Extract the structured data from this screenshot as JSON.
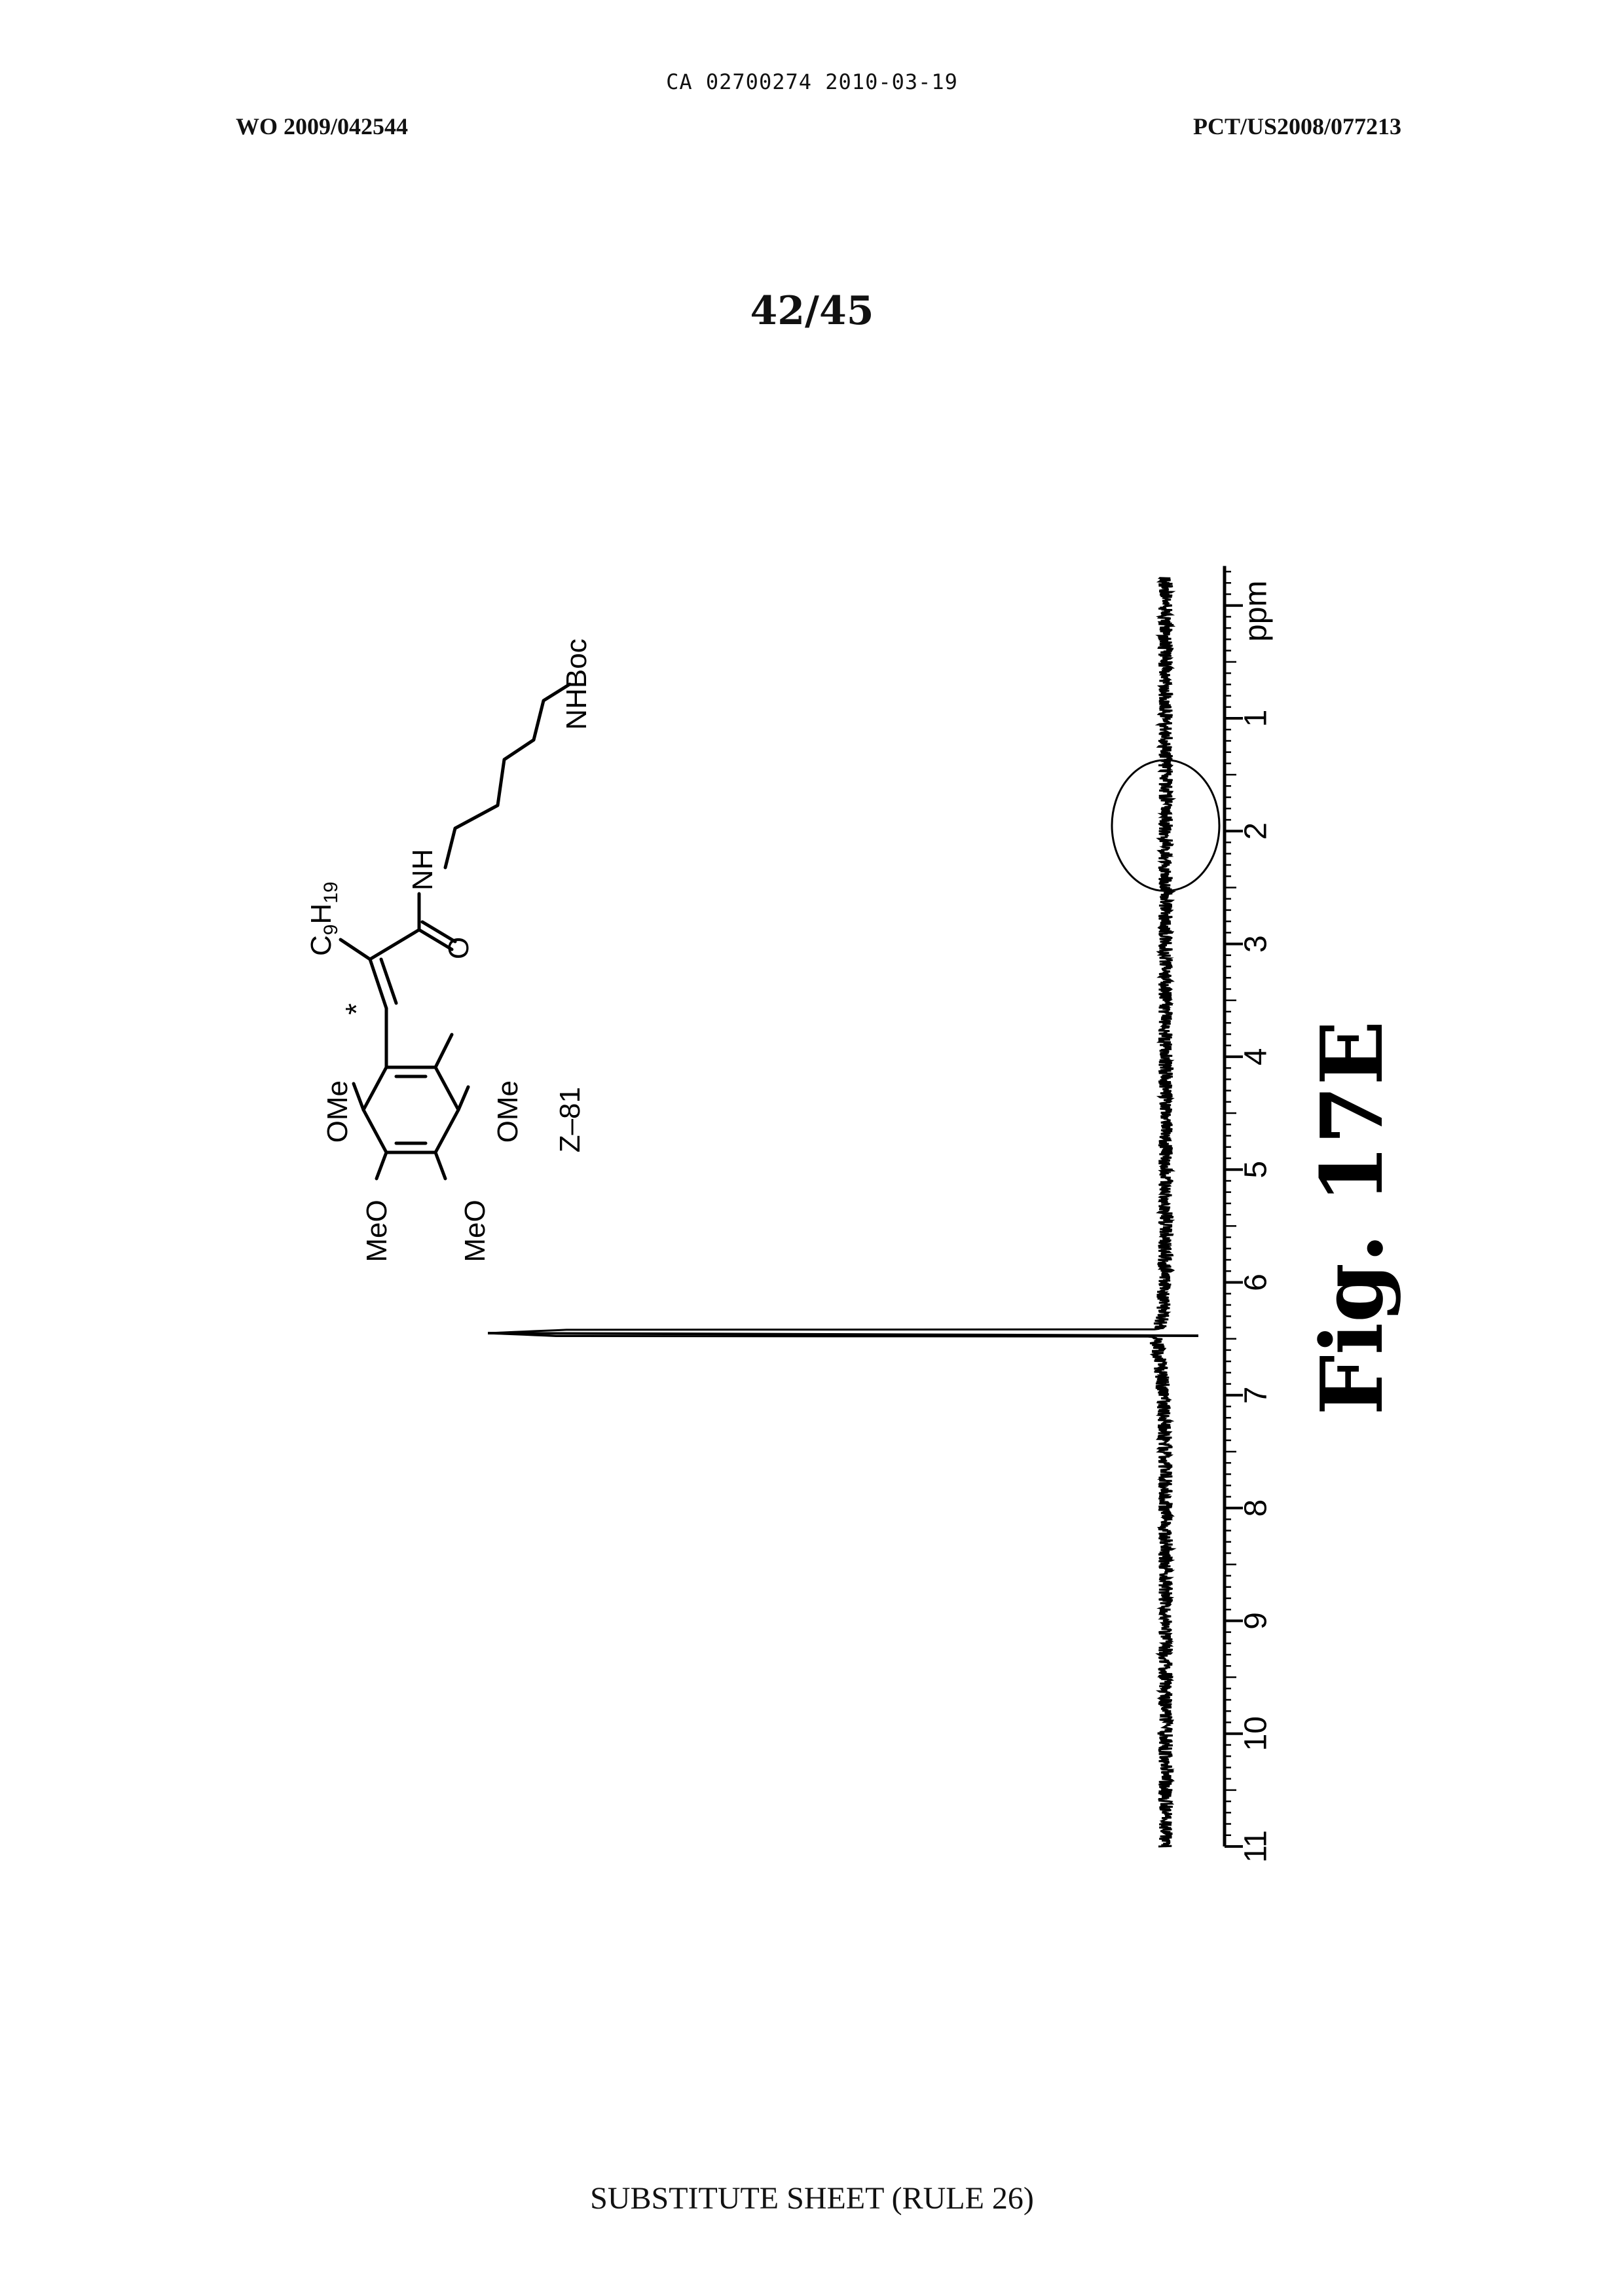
{
  "header": {
    "ca_number": "CA 02700274 2010-03-19",
    "wo_number": "WO 2009/042544",
    "pct_number": "PCT/US2008/077213",
    "sheet": "42/45"
  },
  "footer": {
    "text": "SUBSTITUTE SHEET (RULE 26)"
  },
  "figure": {
    "label": "Fig. 17E"
  },
  "structure": {
    "compound_label": "Z–81",
    "labels": {
      "ome1": "OMe",
      "ome2": "OMe",
      "meo1": "MeO",
      "meo2": "MeO",
      "c9h19_c": "C",
      "c9h19_sub1": "9",
      "c9h19_h": "H",
      "c9h19_sub2": "19",
      "nh": "NH",
      "o": "O",
      "nhboc": "NHBoc",
      "star": "*"
    }
  },
  "chart_data": {
    "type": "line",
    "orientation": "rotated 90° (spectrum drawn vertically, ppm axis running bottom to top)",
    "xlabel": "ppm",
    "xlim": [
      11,
      0
    ],
    "ticks": [
      "11",
      "10",
      "9",
      "8",
      "7",
      "6",
      "5",
      "4",
      "3",
      "2",
      "1",
      "ppm"
    ],
    "tick_values": [
      11,
      10,
      9,
      8,
      7,
      6,
      5,
      4,
      3,
      2,
      1
    ],
    "series": [
      {
        "peaks": [
          {
            "ppm": 6.45,
            "relative_height": 1.0
          }
        ],
        "baseline": "noisy baseline with broad shoulder near 6–7 ppm"
      }
    ],
    "annotations": [
      {
        "type": "ellipse",
        "center_ppm": 1.95,
        "description": "circled region around 1.5–2.5 ppm"
      }
    ],
    "colors": {
      "line": "#000000"
    }
  }
}
